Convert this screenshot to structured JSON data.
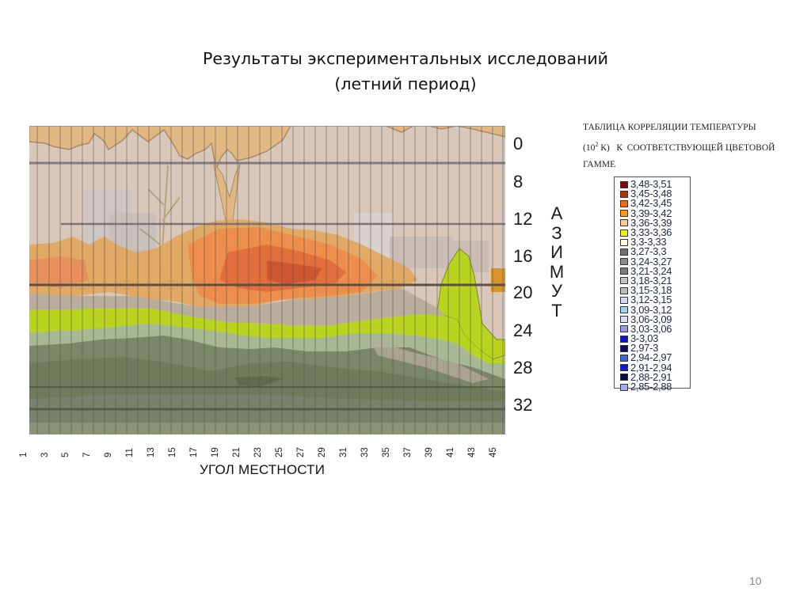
{
  "slide": {
    "title_line1": "Результаты экспериментальных исследований",
    "title_line2": "(летний период)",
    "page_number": "10"
  },
  "legend": {
    "title_line1": "ТАБЛИЦА КОРРЕЛЯЦИИ ТЕМПЕРАТУРЫ",
    "title_line2_prefix": "(10",
    "title_line2_sup": "2",
    "title_line2_suffix": " К)   К  СООТВЕТСТВУЮЩЕЙ ЦВЕТОВОЙ",
    "title_line3": "ГАММЕ",
    "items": [
      {
        "label": "3,48-3,51",
        "color": "#7a0a0a"
      },
      {
        "label": "3,45-3,48",
        "color": "#a8360f"
      },
      {
        "label": "3,42-3,45",
        "color": "#f06a10"
      },
      {
        "label": "3,39-3,42",
        "color": "#f59a1e"
      },
      {
        "label": "3,36-3,39",
        "color": "#f6c89a"
      },
      {
        "label": "3,33-3,36",
        "color": "#f2f200"
      },
      {
        "label": "3,3-3,33",
        "color": "#fafad2"
      },
      {
        "label": "3,27-3,3",
        "color": "#6e6e6e"
      },
      {
        "label": "3,24-3,27",
        "color": "#8a8a8a"
      },
      {
        "label": "3,21-3,24",
        "color": "#7a7a7a"
      },
      {
        "label": "3,18-3,21",
        "color": "#c4c4c4"
      },
      {
        "label": "3,15-3,18",
        "color": "#b8b8b8"
      },
      {
        "label": "3,12-3,15",
        "color": "#d8d8f4"
      },
      {
        "label": "3,09-3,12",
        "color": "#9fd0f0"
      },
      {
        "label": "3,06-3,09",
        "color": "#dcdcf8"
      },
      {
        "label": "3,03-3,06",
        "color": "#9a9ae6"
      },
      {
        "label": "3-3,03",
        "color": "#0a10e0"
      },
      {
        "label": "2,97-3",
        "color": "#0a0a6a"
      },
      {
        "label": "2,94-2,97",
        "color": "#3a66e0"
      },
      {
        "label": "2,91-2,94",
        "color": "#0a18e8"
      },
      {
        "label": "2,88-2,91",
        "color": "#0a0a50"
      },
      {
        "label": "2,85-2,88",
        "color": "#a8aaf0"
      }
    ]
  },
  "chart_data": {
    "type": "heatmap",
    "title": "Результаты экспериментальных исследований (летний период)",
    "xlabel": "УГОЛ МЕСТНОСТИ",
    "ylabel": "АЗИМУТ",
    "x_ticks": [
      "1",
      "3",
      "5",
      "7",
      "9",
      "11",
      "13",
      "15",
      "17",
      "19",
      "21",
      "23",
      "25",
      "27",
      "29",
      "31",
      "33",
      "35",
      "37",
      "39",
      "41",
      "43",
      "45"
    ],
    "y_ticks": [
      "0",
      "8",
      "12",
      "16",
      "20",
      "24",
      "28",
      "32"
    ],
    "x_range": [
      1,
      45
    ],
    "y_range": [
      0,
      32
    ],
    "grid": true,
    "legend_position": "right",
    "legend_title": "ТАБЛИЦА КОРРЕЛЯЦИИ ТЕМПЕРАТУРЫ (10^2 К) К СООТВЕТСТВУЮЩЕЙ ЦВЕТОВОЙ ГАММЕ",
    "color_scale_units": "10^2 K",
    "color_scale_range": [
      2.85,
      3.51
    ],
    "description_bands": [
      {
        "azimuth_range": [
          0,
          4
        ],
        "class": "3,36-3,39 (light orange, sky top)"
      },
      {
        "azimuth_range": [
          4,
          14
        ],
        "class": "background (sky)"
      },
      {
        "azimuth_range": [
          14,
          20
        ],
        "class": "3,39-3,48 (orange/red, buildings)"
      },
      {
        "azimuth_range": [
          20,
          24
        ],
        "class": "3,33-3,36 (yellow-green band)"
      },
      {
        "azimuth_range": [
          24,
          32
        ],
        "class": "3,18-3,27 (gray-green, ground)"
      }
    ]
  }
}
